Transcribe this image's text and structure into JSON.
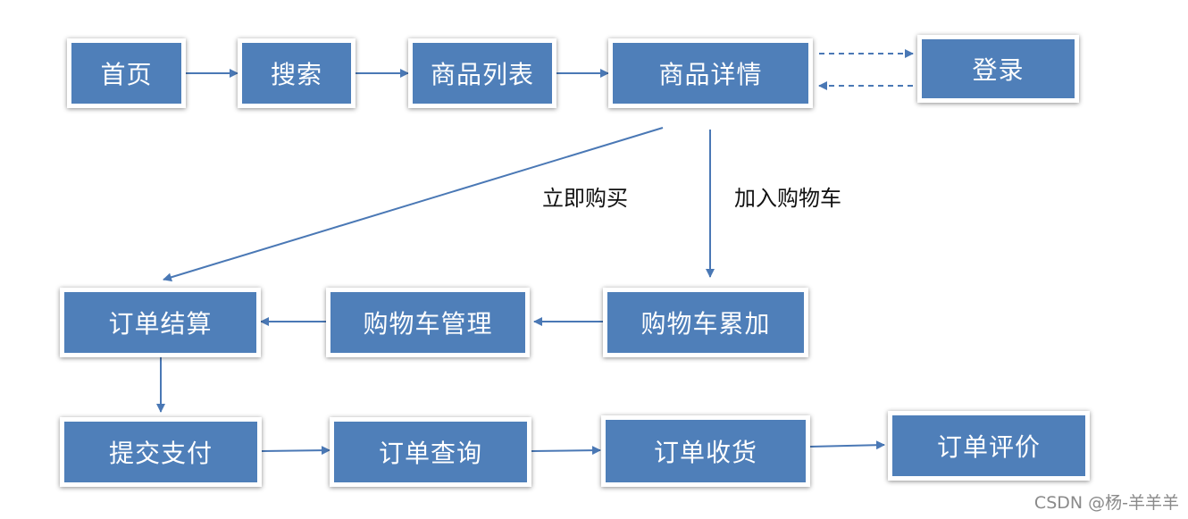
{
  "nodes": {
    "home": "首页",
    "search": "搜索",
    "product_list": "商品列表",
    "product_detail": "商品详情",
    "login": "登录",
    "checkout": "订单结算",
    "cart_manage": "购物车管理",
    "cart_add": "购物车累加",
    "submit_pay": "提交支付",
    "order_query": "订单查询",
    "order_receive": "订单收货",
    "order_review": "订单评价"
  },
  "edge_labels": {
    "buy_now": "立即购买",
    "add_to_cart": "加入购物车"
  },
  "watermark": "CSDN @杨-羊羊羊",
  "colors": {
    "box_fill": "#4f7fb9",
    "arrow": "#4a78b5",
    "text_on_box": "#ffffff"
  }
}
